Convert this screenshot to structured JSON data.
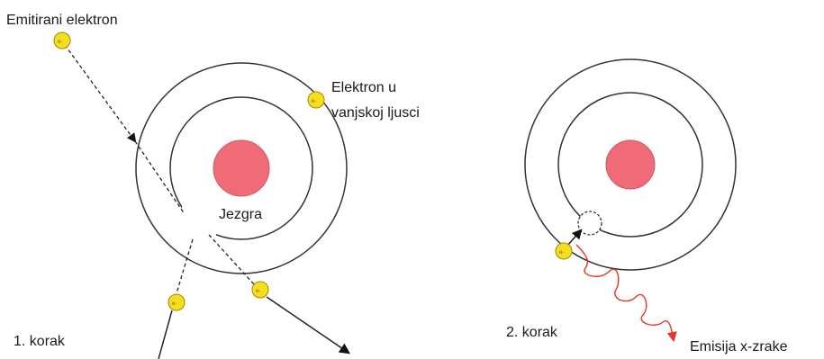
{
  "labels": {
    "emitted_electron": "Emitirani elektron",
    "outer_electron_line1": "Elektron u",
    "outer_electron_line2": "vanjskoj ljusci",
    "nucleus": "Jezgra",
    "step1": "1. korak",
    "step2": "2. korak",
    "xray_emission": "Emisija x-zrake"
  },
  "electron_symbol": "e-",
  "colors": {
    "nucleus": "#f06b78",
    "electron": "#f5dd20",
    "electron_stroke": "#a08a00",
    "orbit": "#333333",
    "xray": "#e8352b",
    "track": "#222222"
  }
}
